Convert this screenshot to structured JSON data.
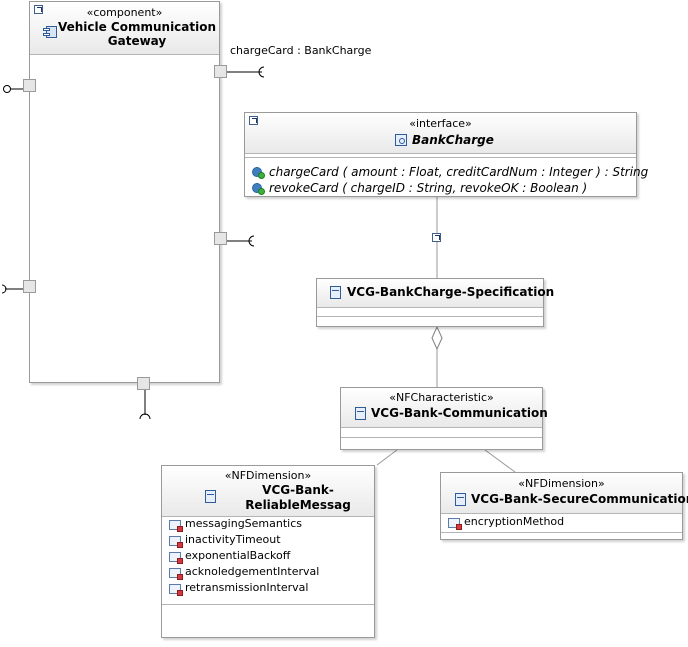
{
  "component": {
    "stereotype": "«component»",
    "name_line1": "Vehicle Communication",
    "name_line2": "Gateway"
  },
  "port_label": "chargeCard : BankCharge",
  "interface": {
    "stereotype": "«interface»",
    "name": "BankCharge",
    "operations": [
      "chargeCard ( amount : Float, creditCardNum : Integer ) : String",
      "revokeCard ( chargeID : String, revokeOK : Boolean )"
    ]
  },
  "spec_class": {
    "name": "VCG-BankCharge-Specification"
  },
  "nf_characteristic": {
    "stereotype": "«NFCharacteristic»",
    "name": "VCG-Bank-Communication"
  },
  "nf_reliable": {
    "stereotype": "«NFDimension»",
    "name_line1": "VCG-Bank-",
    "name_line2": "ReliableMessag",
    "attributes": [
      "messagingSemantics",
      "inactivityTimeout",
      "exponentialBackoff",
      "acknoledgementInterval",
      "retransmissionInterval"
    ]
  },
  "nf_secure": {
    "stereotype": "«NFDimension»",
    "name": "VCG-Bank-SecureCommunication",
    "attributes": [
      "encryptionMethod"
    ]
  }
}
